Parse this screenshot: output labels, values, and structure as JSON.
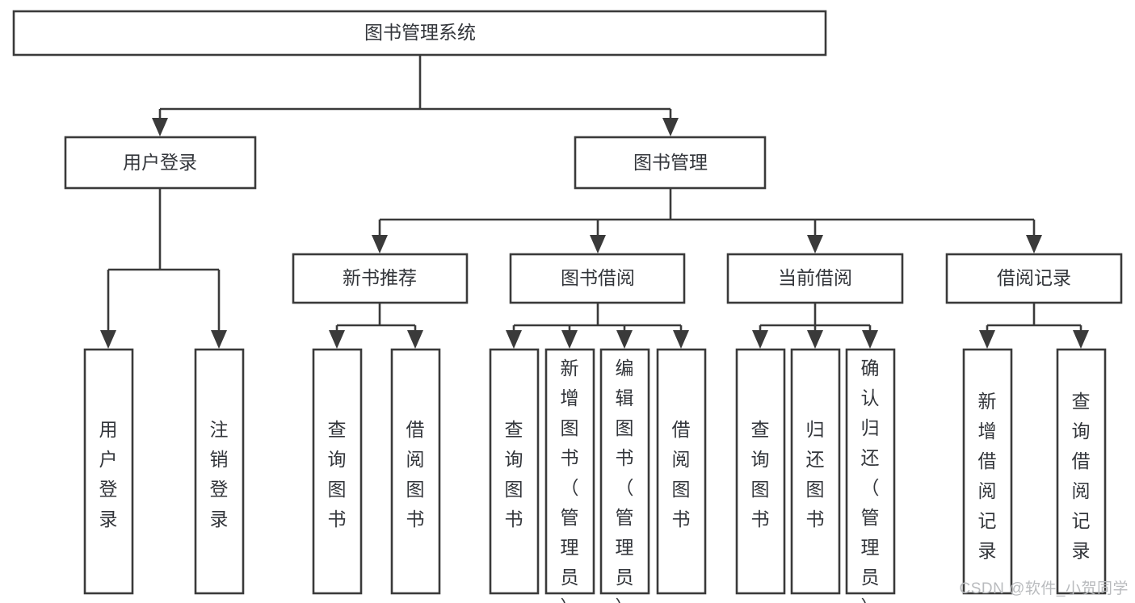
{
  "diagram": {
    "type": "tree-hierarchy-diagram",
    "title": "图书管理系统",
    "stroke_color": "#3a3a3a",
    "text_color": "#33363b",
    "background_color": "#ffffff",
    "levels": 4,
    "root": {
      "label": "图书管理系统",
      "orientation": "horizontal"
    },
    "level2": [
      {
        "label": "用户登录",
        "orientation": "horizontal"
      },
      {
        "label": "图书管理",
        "orientation": "horizontal"
      }
    ],
    "level3": [
      {
        "label": "新书推荐",
        "orientation": "horizontal"
      },
      {
        "label": "图书借阅",
        "orientation": "horizontal"
      },
      {
        "label": "当前借阅",
        "orientation": "horizontal"
      },
      {
        "label": "借阅记录",
        "orientation": "horizontal"
      }
    ],
    "leaves": {
      "user_login": [
        {
          "label": "用户登录",
          "orientation": "vertical"
        },
        {
          "label": "注销登录",
          "orientation": "vertical"
        }
      ],
      "new_book_recommend": [
        {
          "label": "查询图书",
          "orientation": "vertical"
        },
        {
          "label": "借阅图书",
          "orientation": "vertical"
        }
      ],
      "book_borrow": [
        {
          "label": "查询图书",
          "orientation": "vertical"
        },
        {
          "label": "新增图书（管理员）",
          "orientation": "vertical"
        },
        {
          "label": "编辑图书（管理员）",
          "orientation": "vertical"
        },
        {
          "label": "借阅图书",
          "orientation": "vertical"
        }
      ],
      "current_borrow": [
        {
          "label": "查询图书",
          "orientation": "vertical"
        },
        {
          "label": "归还图书",
          "orientation": "vertical"
        },
        {
          "label": "确认归还（管理员）",
          "orientation": "vertical"
        }
      ],
      "borrow_record": [
        {
          "label": "新增借阅记录",
          "orientation": "vertical"
        },
        {
          "label": "查询借阅记录",
          "orientation": "vertical"
        }
      ]
    }
  },
  "watermark": {
    "text": "CSDN @软件_小贺同学"
  }
}
